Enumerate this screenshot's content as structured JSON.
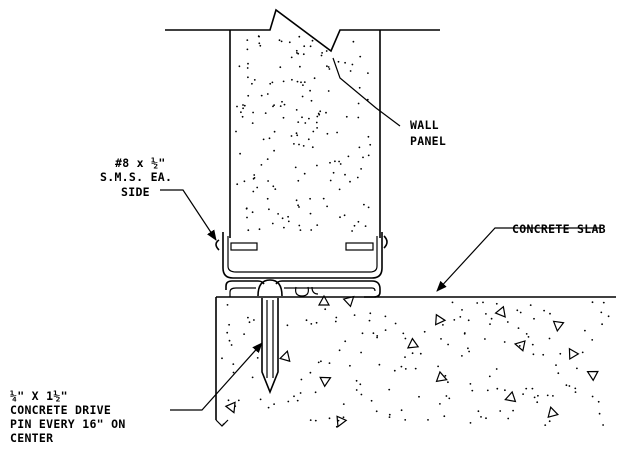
{
  "labels": {
    "wall_panel": [
      "WALL",
      "PANEL"
    ],
    "screw": [
      "#8 x ½\"",
      "S.M.S. EA.",
      "SIDE"
    ],
    "slab": "CONCRETE SLAB",
    "pin": [
      "¼\" X 1½\"",
      "CONCRETE DRIVE",
      "PIN EVERY 16\" ON",
      "CENTER"
    ]
  },
  "colors": {
    "ink": "#000000",
    "paper": "#ffffff"
  }
}
